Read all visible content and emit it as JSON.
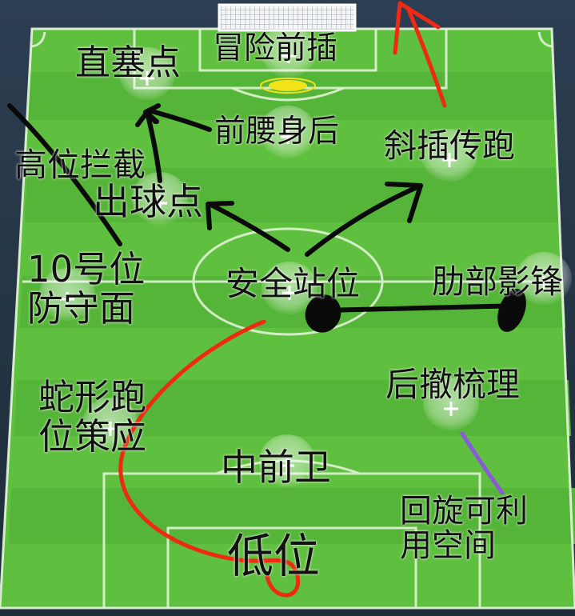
{
  "labels": {
    "adventure": "冒险前插",
    "through_ball": "直塞点",
    "behind_mid": "前腰身后",
    "diagonal": "斜插传跑",
    "high_intercept": "高位拦截",
    "release_point": "出球点",
    "no10_line1": "10号位",
    "no10_line2": "防守面",
    "safe_position": "安全站位",
    "flank_shadow": "肋部影锋",
    "drop_organize": "后撤梳理",
    "snake_line1": "蛇形跑",
    "snake_line2": "位策应",
    "center_mid": "中前卫",
    "rotate_line1": "回旋可利",
    "rotate_line2": "用空间",
    "low_position": "低位"
  },
  "colors": {
    "pitch_light": "#5fbf3e",
    "pitch_dark": "#53b336",
    "pitch_line": "#e8f6df",
    "arrow_black": "#0a0a0a",
    "arrow_red": "#ee2a12",
    "arrow_purple": "#8a5ad8",
    "ball_yellow": "#f2e21a"
  }
}
